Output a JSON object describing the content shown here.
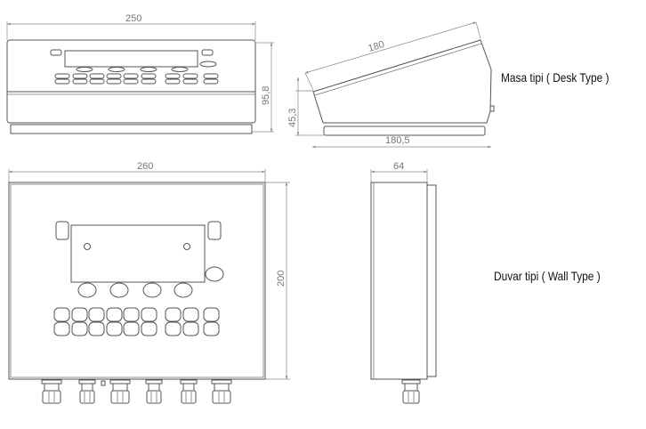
{
  "desk": {
    "label": "Masa tipi ( Desk Type )",
    "dim_width": "250",
    "dim_height": "95,8",
    "dim_slope": "180",
    "dim_side_height": "45,3",
    "dim_depth": "180,5"
  },
  "wall": {
    "label": "Duvar tipi ( Wall Type )",
    "dim_width": "260",
    "dim_height": "200",
    "dim_depth": "64"
  }
}
